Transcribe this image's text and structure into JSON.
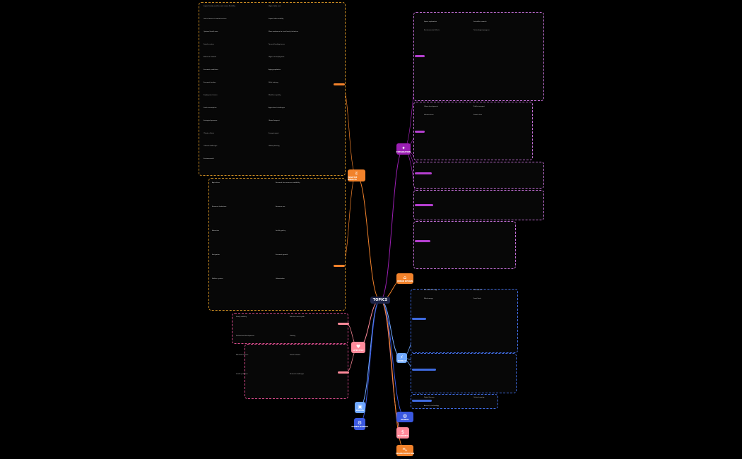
{
  "center_label": "TOPICS",
  "branches": [
    {
      "key": "b1",
      "label": "POSITIVE IMPACTS",
      "icon": "thumbs-up-icon",
      "color": "#f2822b"
    },
    {
      "key": "b2",
      "label": "EXPLORATION",
      "icon": "telescope-icon",
      "color": "#9b1fb3"
    },
    {
      "key": "b3",
      "label": "URBAN DESIGN",
      "icon": "building-icon",
      "color": "#f2822b"
    },
    {
      "key": "b4",
      "label": "ENERGY",
      "icon": "energy-icon",
      "color": "#6fa8ff"
    },
    {
      "key": "b5",
      "label": "LIFESTYLE",
      "icon": "heart-icon",
      "color": "#ff8a9a"
    },
    {
      "key": "b6",
      "label": "GLOBAL",
      "icon": "globe-icon",
      "color": "#3a58e0"
    },
    {
      "key": "b7",
      "label": "DIGITAL",
      "icon": "chip-icon",
      "color": "#6fa8ff"
    },
    {
      "key": "b8",
      "label": "GLOBALIZATION",
      "icon": "network-icon",
      "color": "#3a58e0"
    },
    {
      "key": "b9",
      "label": "ECONOMY",
      "icon": "money-icon",
      "color": "#ff8a9a"
    },
    {
      "key": "b10",
      "label": "TRANSPORTATION",
      "icon": "car-icon",
      "color": "#f2822b"
    }
  ],
  "left_upper_labels": [
    "Impact family sacrifices and career flexibility",
    "Higher labor cost",
    "Lack of access to social services",
    "Impact labor mobility",
    "Optional health care",
    "More assistance for local family initiatives",
    "Social services",
    "Tax and funding issues",
    "Effects of Canada",
    "Higher unemployment",
    "Economic conditions",
    "Aging population",
    "Economic burden",
    "Skills training",
    "Employment issues",
    "Workforce quality",
    "Food consumption",
    "Agricultural challenges",
    "Ecological pressure",
    "Global footprint",
    "Climate effects",
    "Energy impact",
    "Cultural challenges",
    "Urban planning",
    "Environmental"
  ],
  "left_lower_labels": [
    "Agriculture",
    "Research into resource availability",
    "Resource limitations",
    "Resource use",
    "Education",
    "Fertility policy",
    "Emigration",
    "Economic growth",
    "Welfare system",
    "Urbanization"
  ],
  "lifestyle_labels": [
    "Family stability",
    "Effective career path",
    "Professional development",
    "Training",
    "Work-life balance",
    "Social isolation",
    "Health problems",
    "Financial challenges"
  ],
  "right_groups": [
    {
      "key": "exploration",
      "labels": [
        "Space exploration",
        "Scientific research",
        "Environmental effects",
        "Technological progress"
      ]
    },
    {
      "key": "urban",
      "labels": [
        "Urban development",
        "Public transport",
        "Infrastructure",
        "Smart cities"
      ]
    },
    {
      "key": "energy",
      "labels": [
        "Renewable energy",
        "Solar power",
        "Wind energy",
        "Fossil fuels"
      ]
    },
    {
      "key": "digital",
      "labels": [
        "Digital literacy",
        "Online learning",
        "Access to technology"
      ]
    }
  ]
}
